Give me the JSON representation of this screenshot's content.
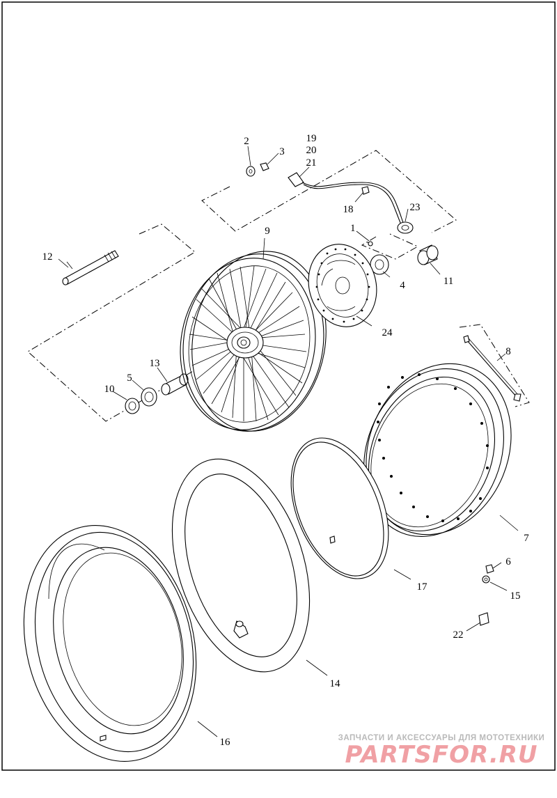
{
  "callouts": [
    "1",
    "2",
    "3",
    "4",
    "5",
    "6",
    "7",
    "8",
    "9",
    "10",
    "11",
    "12",
    "13",
    "14",
    "15",
    "16",
    "17",
    "18",
    "19",
    "20",
    "21",
    "22",
    "23",
    "24"
  ],
  "watermark": {
    "tagline": "ЗАПЧАСТИ И АКСЕССУАРЫ ДЛЯ МОТОТЕХНИКИ",
    "logo": "PARTSFOR.RU",
    "logo_color": "#f0a0a4",
    "tagline_color": "#b9b9b9"
  }
}
